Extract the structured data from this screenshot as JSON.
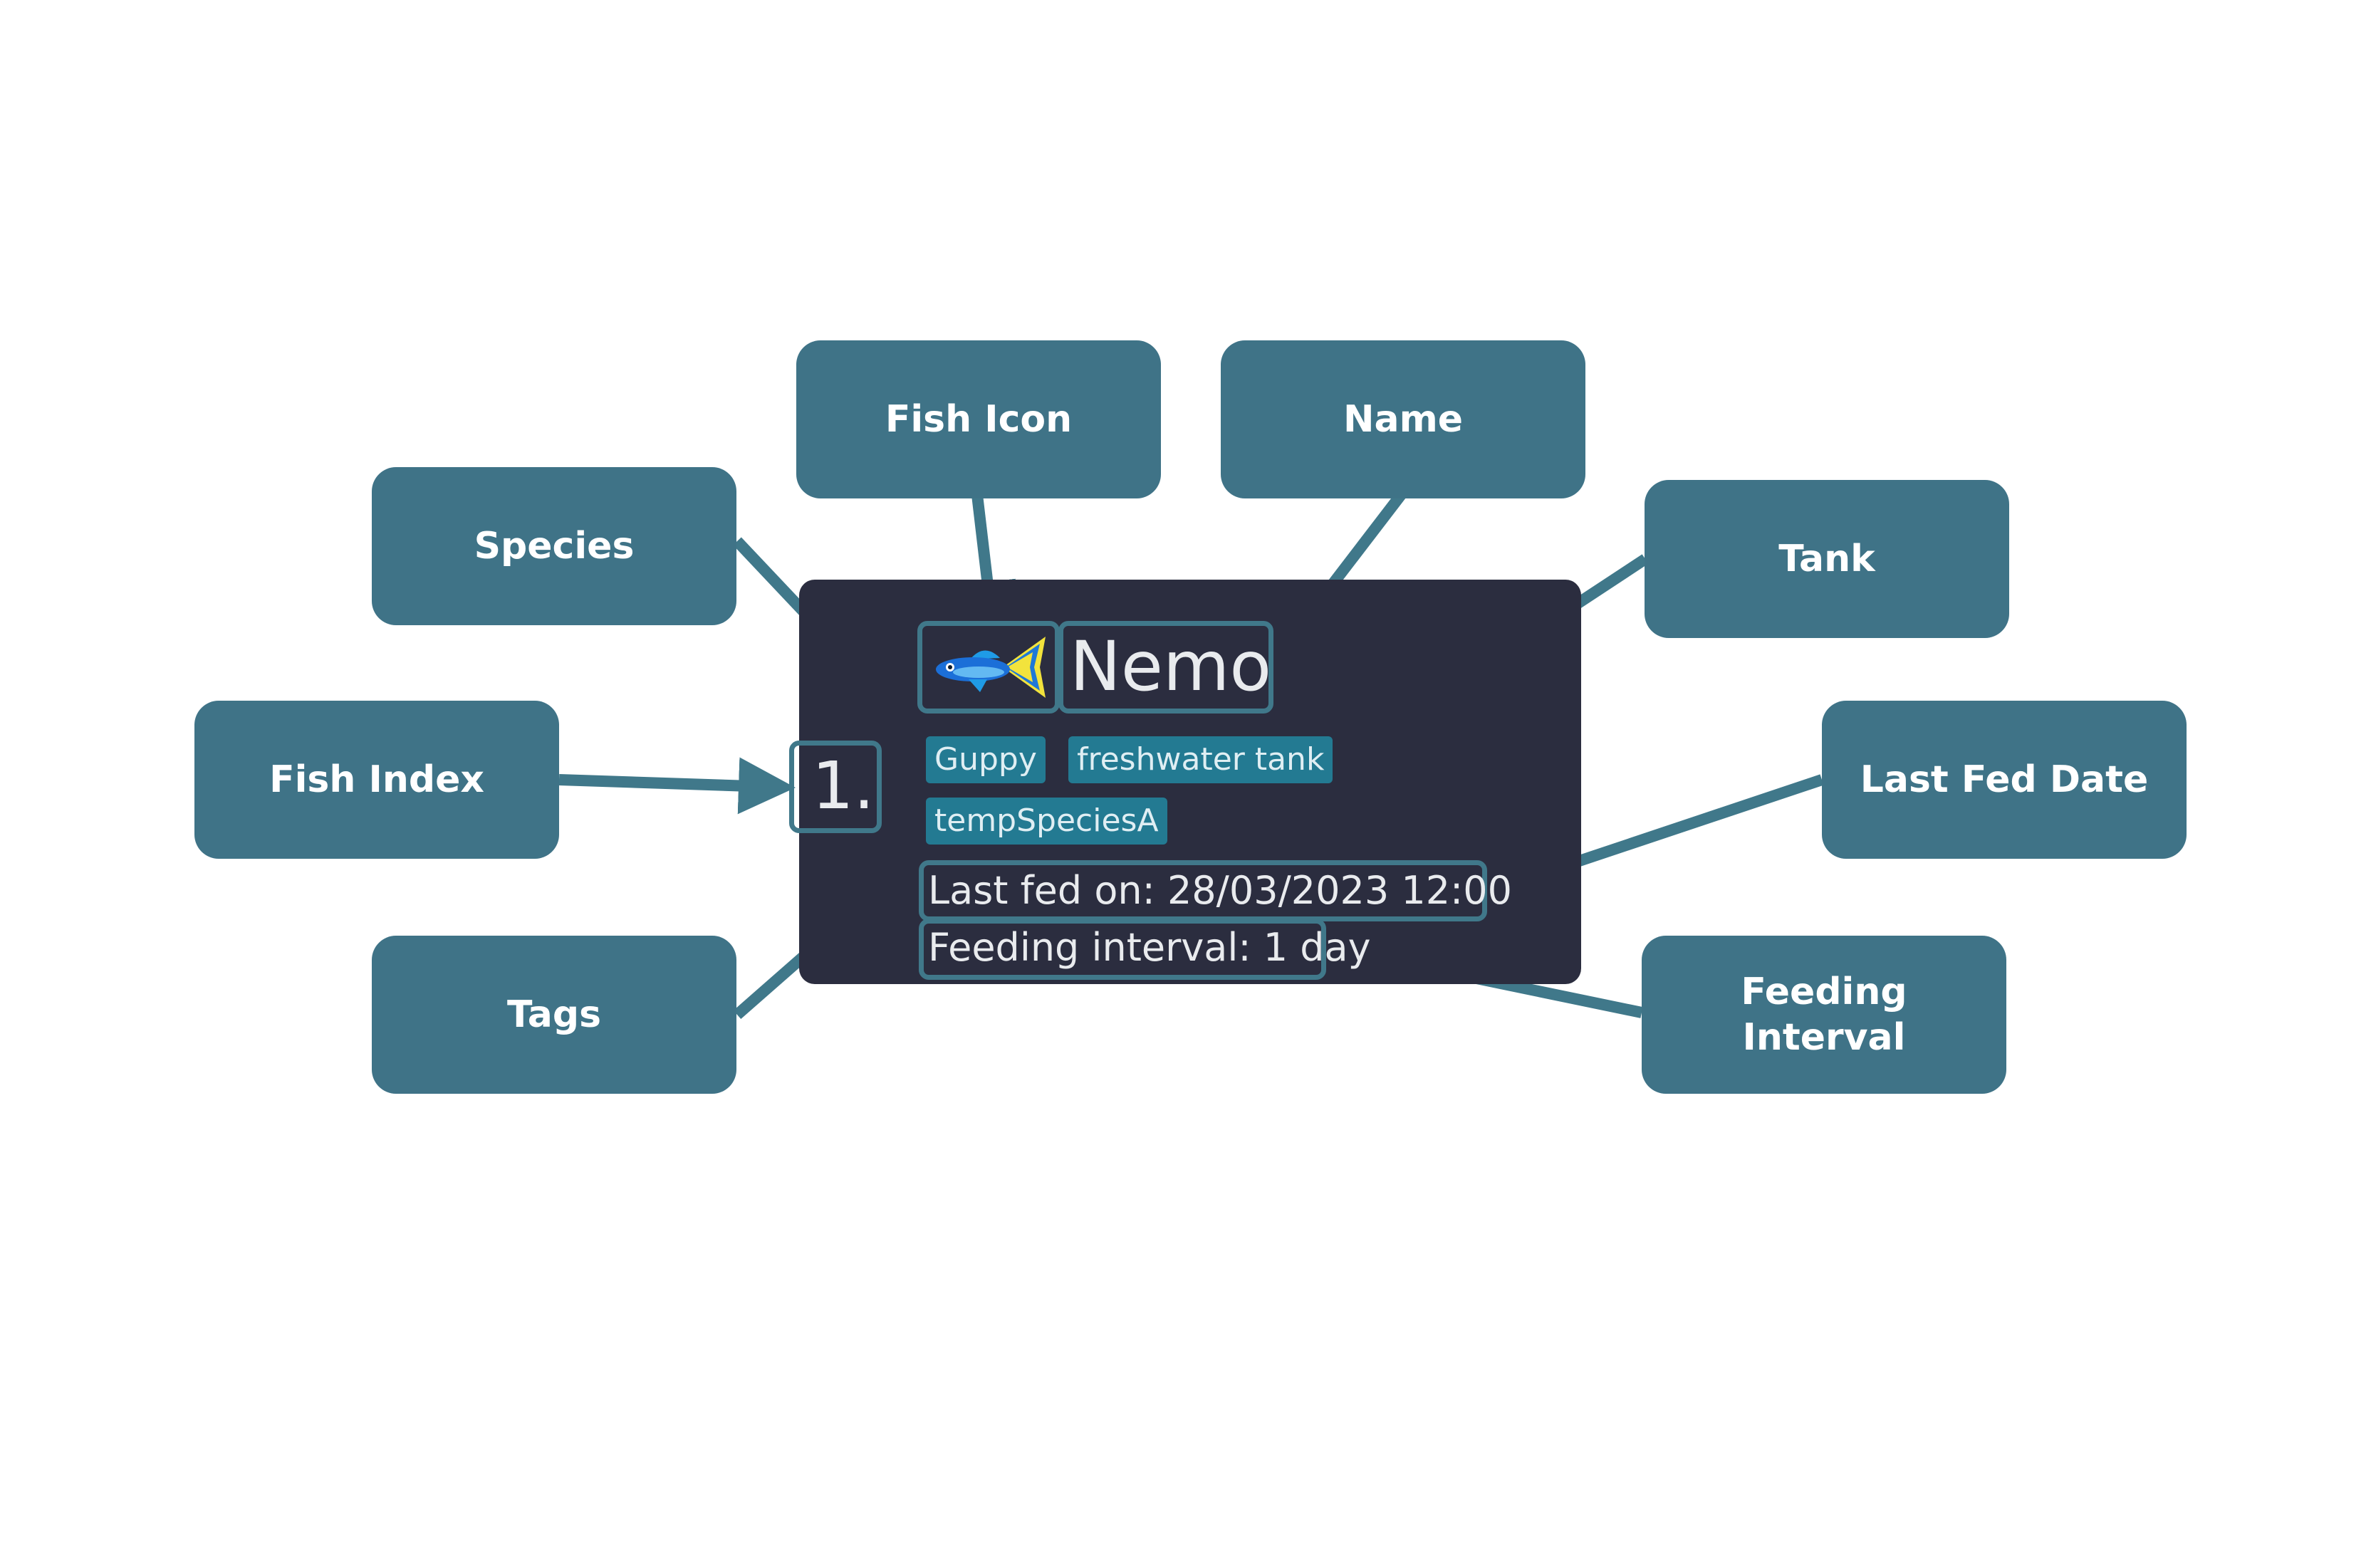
{
  "callouts": {
    "fish_icon": "Fish Icon",
    "name": "Name",
    "species": "Species",
    "tank": "Tank",
    "fish_index": "Fish Index",
    "last_fed_date": "Last Fed Date",
    "tags": "Tags",
    "feeding_interval": "Feeding Interval"
  },
  "card": {
    "index": "1.",
    "name": "Nemo",
    "species": "Guppy",
    "tank": "freshwater tank",
    "tag": "tempSpeciesA",
    "last_fed": "Last fed on: 28/03/2023 12:00",
    "feeding_interval": "Feeding interval: 1 day",
    "icon": "guppy-fish-icon"
  },
  "colors": {
    "callout": "#3f7387",
    "card_background": "#2b2d3f",
    "tag_pill": "#237a92",
    "annotation_border": "#40788a"
  }
}
